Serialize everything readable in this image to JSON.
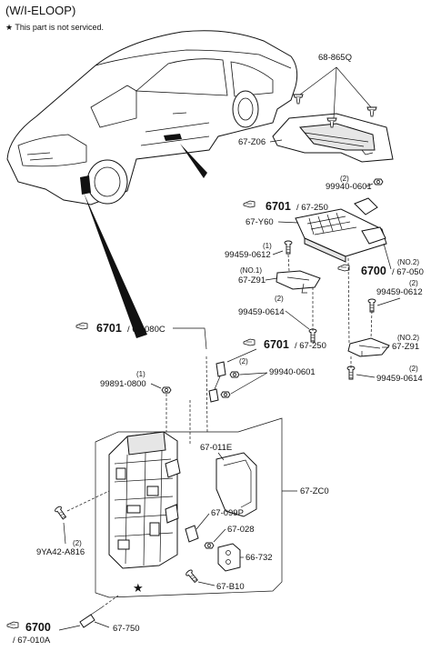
{
  "header": {
    "title": "(W/I-ELOOP)",
    "note_star": "★",
    "note_text": "This part is not serviced."
  },
  "labels": {
    "p68_865Q": "68-865Q",
    "p67_Z06": "67-Z06",
    "p99940_0601_top_qty": "(2)",
    "p99940_0601_top": "99940-0601",
    "ref6701_top": "6701",
    "ref6701_top_sub": "/ 67-250",
    "p67_Y60": "67-Y60",
    "p99459_0612_left_qty": "(1)",
    "p99459_0612_left": "99459-0612",
    "p67_Z91_no1_tag": "(NO.1)",
    "p67_Z91_left": "67-Z91",
    "p99459_0614_left_qty": "(2)",
    "p99459_0614_left": "99459-0614",
    "ref6700_right_tag": "(NO.2)",
    "ref6700_right": "6700",
    "ref6700_right_sub": "/ 67-050",
    "p99459_0612_right_qty": "(2)",
    "p99459_0612_right": "99459-0612",
    "p67_Z91_no2_tag": "(NO.2)",
    "p67_Z91_right": "67-Z91",
    "p99459_0614_right_qty": "(2)",
    "p99459_0614_right": "99459-0614",
    "ref6701_mid": "6701",
    "ref6701_mid_sub": "/ 67-080C",
    "ref6701_mid2": "6701",
    "ref6701_mid2_sub": "/ 67-250",
    "p99940_0601_mid_qty": "(2)",
    "p99940_0601_mid": "99940-0601",
    "p99891_0800_qty": "(1)",
    "p99891_0800": "99891-0800",
    "p67_011E": "67-011E",
    "p67_ZC0": "67-ZC0",
    "p67_099P": "67-099P",
    "p67_028": "67-028",
    "p9YA42_A816_qty": "(2)",
    "p9YA42_A816": "9YA42-A816",
    "p66_732": "66-732",
    "p67_B10": "67-B10",
    "star": "★",
    "ref6700_bottom": "6700",
    "ref6700_bottom_sub": "/ 67-010A",
    "p67_750": "67-750"
  },
  "icons": {
    "reference_arrow": "pointing-hand-icon",
    "star": "star-icon"
  }
}
